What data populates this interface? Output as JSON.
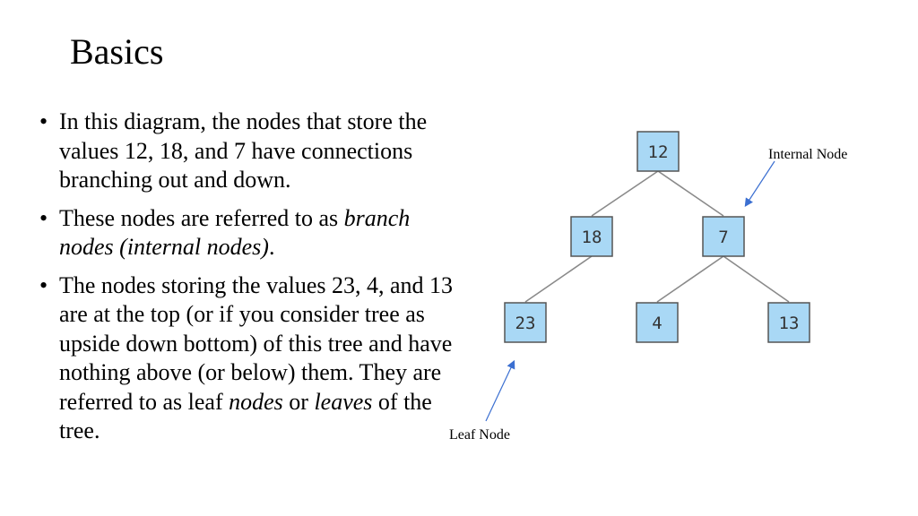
{
  "slide": {
    "title": "Basics"
  },
  "bullets": [
    {
      "parts": [
        "In this diagram, the nodes that store the values 12, 18, and 7 have connections branching out and down."
      ]
    },
    {
      "parts": [
        "These nodes are referred to as ",
        "branch nodes (internal nodes)",
        "."
      ]
    },
    {
      "parts": [
        "The nodes storing the values 23, 4, and 13 are at the top (or if you consider tree as upside down bottom) of this tree and have nothing above (or below) them. They are referred to as leaf ",
        "nodes",
        " or ",
        "leaves",
        " of the tree."
      ]
    }
  ],
  "tree": {
    "nodes": [
      {
        "id": "n12",
        "value": "12"
      },
      {
        "id": "n18",
        "value": "18"
      },
      {
        "id": "n7",
        "value": "7"
      },
      {
        "id": "n23",
        "value": "23"
      },
      {
        "id": "n4",
        "value": "4"
      },
      {
        "id": "n13",
        "value": "13"
      }
    ],
    "edges": [
      [
        "n12",
        "n18"
      ],
      [
        "n12",
        "n7"
      ],
      [
        "n18",
        "n23"
      ],
      [
        "n7",
        "n4"
      ],
      [
        "n7",
        "n13"
      ]
    ]
  },
  "annotations": {
    "internal_label": "Internal Node",
    "leaf_label": "Leaf Node"
  },
  "colors": {
    "node_fill": "#a9d8f5",
    "pointer": "#3b6fd1"
  }
}
